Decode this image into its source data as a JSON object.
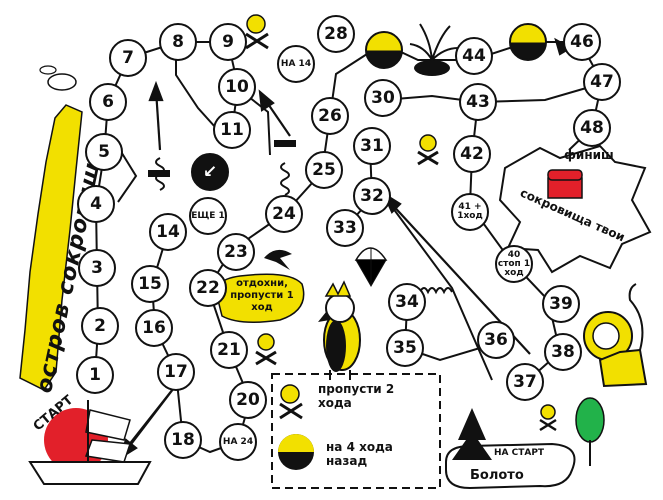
{
  "title": "остров сокровищ",
  "start": "СТАРТ",
  "cells": {
    "c1": "1",
    "c2": "2",
    "c3": "3",
    "c4": "4",
    "c5": "5",
    "c6": "6",
    "c7": "7",
    "c8": "8",
    "c9": "9",
    "c10": "10",
    "c11": "11",
    "c14": "14",
    "c15": "15",
    "c16": "16",
    "c17": "17",
    "c18": "18",
    "c20": "20",
    "c21": "21",
    "c22": "22",
    "c23": "23",
    "c24": "24",
    "c25": "25",
    "c26": "26",
    "c28": "28",
    "c30": "30",
    "c31": "31",
    "c32": "32",
    "c33": "33",
    "c34": "34",
    "c35": "35",
    "c36": "36",
    "c37": "37",
    "c38": "38",
    "c39": "39",
    "c42": "42",
    "c43": "43",
    "c44": "44",
    "c46": "46",
    "c47": "47",
    "c48": "48"
  },
  "special": {
    "more_one": "ЕЩЕ 1",
    "na14": "НА 14",
    "na24": "НА 24",
    "c40": "40 стоп 1 ход",
    "c41": "41 + 1ход"
  },
  "rest": "отдохни, пропусти 1 ход",
  "finish": "финиш",
  "treasure": "сокровища твои",
  "legend": {
    "skip2": "пропусти 2 хода",
    "back4": "на 4 хода назад"
  },
  "swamp": "Болото",
  "to_start": "НА СТАРТ",
  "colors": {
    "yellow": "#f2e000",
    "red": "#e2202a",
    "green": "#22b24a"
  }
}
